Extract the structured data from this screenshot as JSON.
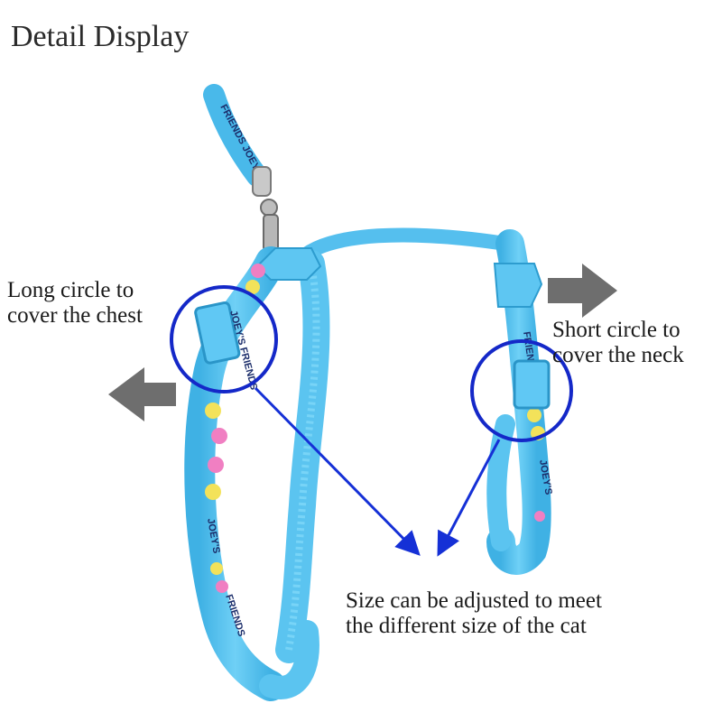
{
  "title": "Detail Display",
  "labels": {
    "chest_line1": "Long circle to",
    "chest_line2": "cover the chest",
    "neck_line1": "Short circle to",
    "neck_line2": "cover the neck",
    "size_line1": "Size can be adjusted to meet",
    "size_line2": "the different size of the cat"
  },
  "strap_print": {
    "brand": "JOEY'S",
    "word": "FRIENDS"
  },
  "colors": {
    "strap": "#5cc3ee",
    "strap_dark": "#3aa7d8",
    "circle": "#1428c8",
    "arrow_gray": "#6e6e6e",
    "pointer_blue": "#1530d6"
  }
}
